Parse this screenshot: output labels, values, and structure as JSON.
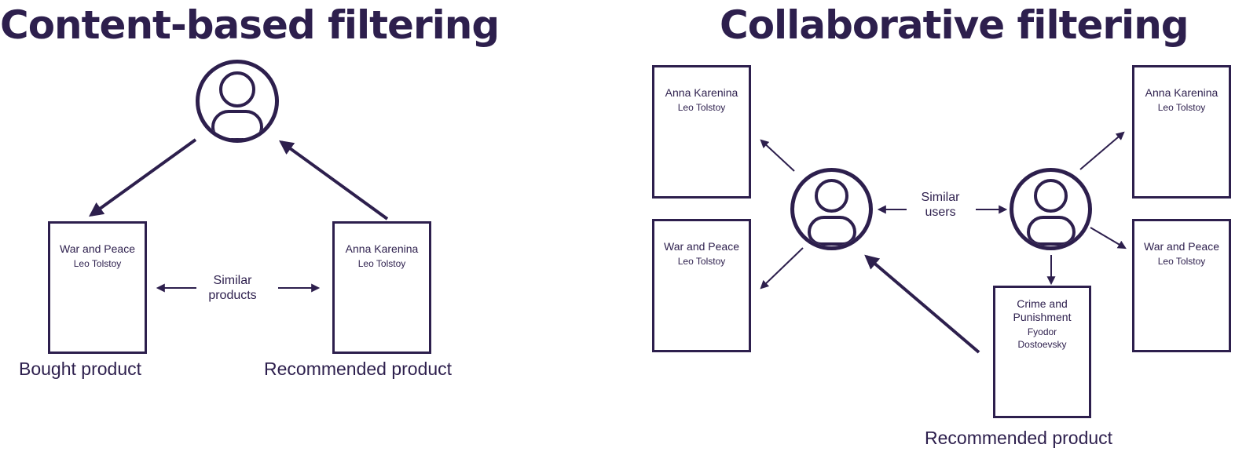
{
  "left": {
    "title": "Content-based filtering",
    "book_bought": {
      "title": "War and Peace",
      "author": "Leo Tolstoy"
    },
    "book_recommended": {
      "title": "Anna Karenina",
      "author": "Leo Tolstoy"
    },
    "similar_label": "Similar products",
    "caption_bought": "Bought product",
    "caption_recommended": "Recommended product"
  },
  "right": {
    "title": "Collaborative filtering",
    "user_a_books": [
      {
        "title": "Anna Karenina",
        "author": "Leo Tolstoy"
      },
      {
        "title": "War and Peace",
        "author": "Leo Tolstoy"
      }
    ],
    "user_b_books": [
      {
        "title": "Anna Karenina",
        "author": "Leo Tolstoy"
      },
      {
        "title": "War and Peace",
        "author": "Leo Tolstoy"
      }
    ],
    "recommended_book": {
      "title": "Crime and Punishment",
      "author": "Fyodor Dostoevsky"
    },
    "similar_label": "Similar users",
    "caption_recommended": "Recommended product"
  },
  "colors": {
    "ink": "#2d1f4d",
    "background": "#ffffff"
  },
  "icons": [
    "user-icon",
    "arrow-icon"
  ]
}
